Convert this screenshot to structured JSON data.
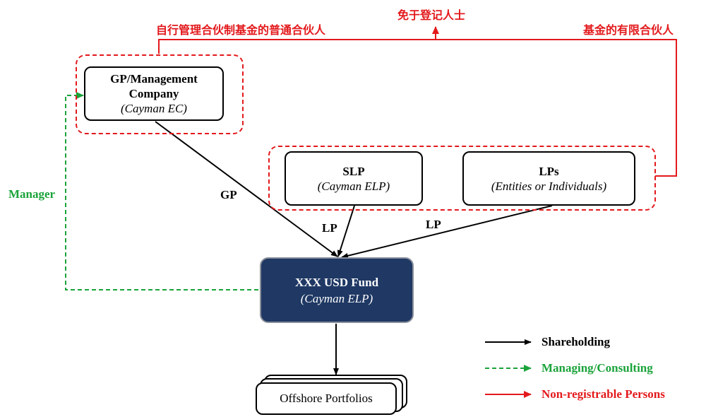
{
  "annotations": {
    "gp_cn": "自行管理合伙制基金的普通合伙人",
    "exempt_cn": "免于登记人士",
    "lp_cn": "基金的有限合伙人"
  },
  "nodes": {
    "gp": {
      "title_line1": "GP/Management",
      "title_line2": "Company",
      "subtitle": "(Cayman EC)"
    },
    "slp": {
      "title": "SLP",
      "subtitle": "(Cayman ELP)"
    },
    "lps": {
      "title": "LPs",
      "subtitle": "(Entities or Individuals)"
    },
    "fund": {
      "title": "XXX USD Fund",
      "subtitle": "(Cayman ELP)"
    },
    "portfolios": {
      "label": "Offshore Portfolios"
    }
  },
  "edges": {
    "gp_label": "GP",
    "slp_label": "LP",
    "lps_label": "LP",
    "manager_label": "Manager"
  },
  "legend": {
    "shareholding": "Shareholding",
    "managing": "Managing/Consulting",
    "nonreg": "Non-registrable Persons"
  },
  "colors": {
    "red": "#e3191c",
    "green": "#1aa33a",
    "navy": "#1f3864",
    "black": "#000000"
  }
}
